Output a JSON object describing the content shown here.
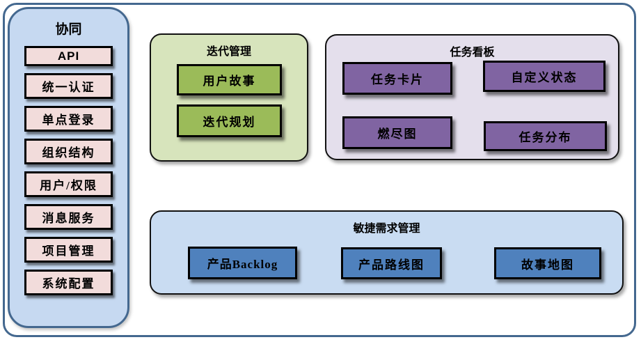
{
  "sidebar": {
    "title": "协同",
    "items": [
      {
        "label": "API"
      },
      {
        "label": "统一认证"
      },
      {
        "label": "单点登录"
      },
      {
        "label": "组织结构"
      },
      {
        "label": "用户/权限"
      },
      {
        "label": "消息服务"
      },
      {
        "label": "项目管理"
      },
      {
        "label": "系统配置"
      }
    ]
  },
  "panels": {
    "iteration": {
      "title": "迭代管理",
      "items": [
        {
          "label": "用户故事"
        },
        {
          "label": "迭代规划"
        }
      ]
    },
    "taskboard": {
      "title": "任务看板",
      "items": [
        {
          "label": "任务卡片"
        },
        {
          "label": "自定义状态"
        },
        {
          "label": "燃尽图"
        },
        {
          "label": "任务分布"
        }
      ]
    },
    "requirements": {
      "title": "敏捷需求管理",
      "items": [
        {
          "label": "产品Backlog"
        },
        {
          "label": "产品路线图"
        },
        {
          "label": "故事地图"
        }
      ]
    }
  },
  "colors": {
    "outer_border": "#44688F",
    "sidebar_bg": "#C6D9F1",
    "sidebar_item_bg": "#F2DCDB",
    "iteration_bg": "#D7E4BC",
    "iteration_item_bg": "#9BBB59",
    "taskboard_bg": "#E4DFEC",
    "taskboard_item_bg": "#8064A2",
    "requirements_bg": "#C9DCF2",
    "requirements_item_bg": "#4F81BD"
  }
}
